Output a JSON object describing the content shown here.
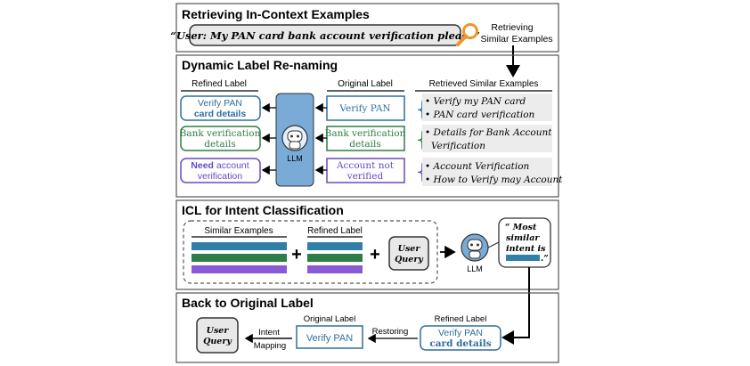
{
  "panels": {
    "retrieve": {
      "title": "Retrieving In-Context Examples",
      "query": "“User: My PAN card bank account verification please”",
      "search_label_1": "Retrieving",
      "search_label_2": "Similar Examples"
    },
    "rename": {
      "title": "Dynamic Label Re-naming",
      "col_refined": "Refined Label",
      "col_original": "Original Label",
      "col_retrieved": "Retrieved Similar Examples",
      "llm_label": "LLM",
      "rows": [
        {
          "refined_l1": "Verify PAN",
          "refined_l2": "card details",
          "original_l1": "Verify PAN",
          "original_l2": "",
          "example_1": "Verify my PAN card",
          "example_2": "PAN card verification",
          "example_3": ""
        },
        {
          "refined_l1": "Bank verification",
          "refined_l2": "details",
          "original_l1": "Bank verification",
          "original_l2": "details",
          "example_1": "Details for Bank Account",
          "example_2": "Verification",
          "example_3": ""
        },
        {
          "refined_bold": "Need",
          "refined_rest": " account",
          "refined_l2": "verification",
          "original_l1": "Account not",
          "original_l2": "verified",
          "example_1": "Account Verification",
          "example_2": "How to Verify may Account",
          "example_3": ""
        }
      ]
    },
    "icl": {
      "title": "ICL for Intent Classification",
      "similar_examples": "Similar Examples",
      "refined_label": "Refined Label",
      "user_query_1": "User",
      "user_query_2": "Query",
      "llm_label": "LLM",
      "bubble_l1": "“ Most",
      "bubble_l2": "similar",
      "bubble_l3": "intent is",
      "bubble_end": ".”"
    },
    "back": {
      "title": "Back to Original Label",
      "user_query_1": "User",
      "user_query_2": "Query",
      "intent_mapping_1": "Intent",
      "intent_mapping_2": "Mapping",
      "original_label_header": "Original Label",
      "original_label_value": "Verify PAN",
      "restoring": "Restoring",
      "refined_label_header": "Refined Label",
      "refined_l1": "Verify PAN",
      "refined_l2": "card details"
    }
  },
  "colors": {
    "blue": "#2f6fa0",
    "green": "#2e7d46",
    "purple": "#6a48c0",
    "llm_fill": "#7aaad6",
    "search_orange": "#f0952a",
    "example_bg": "#ececec"
  }
}
